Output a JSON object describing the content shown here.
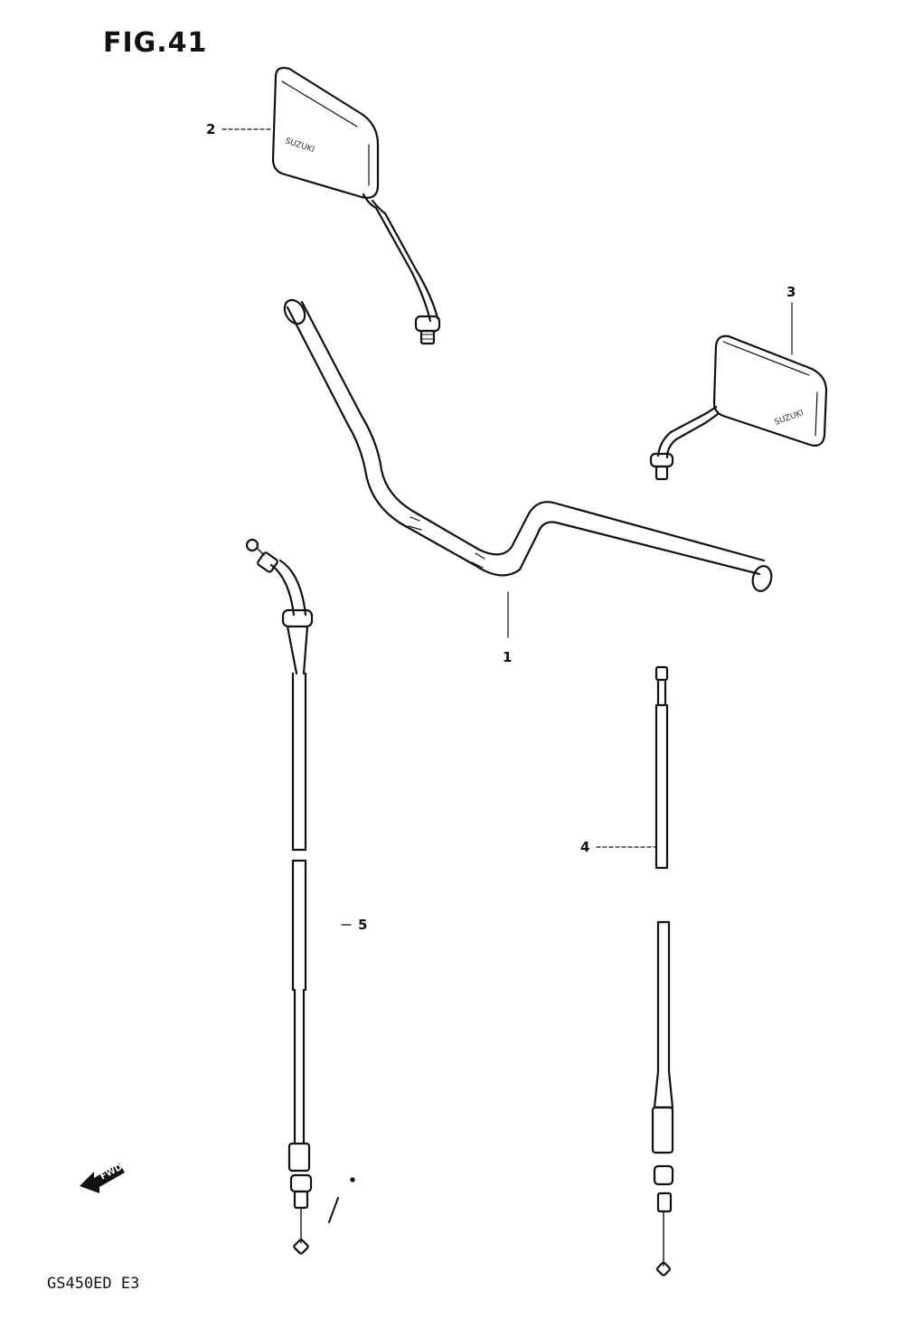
{
  "figure": {
    "title": "FIG.41",
    "model_code": "GS450ED E3"
  },
  "callouts": {
    "handlebar": "1",
    "mirror_left": "2",
    "mirror_right": "3",
    "clutch_cable": "4",
    "throttle_cable": "5"
  },
  "direction_indicator": {
    "label": "FWD"
  },
  "mirror_brand_text": "SUZUKI"
}
